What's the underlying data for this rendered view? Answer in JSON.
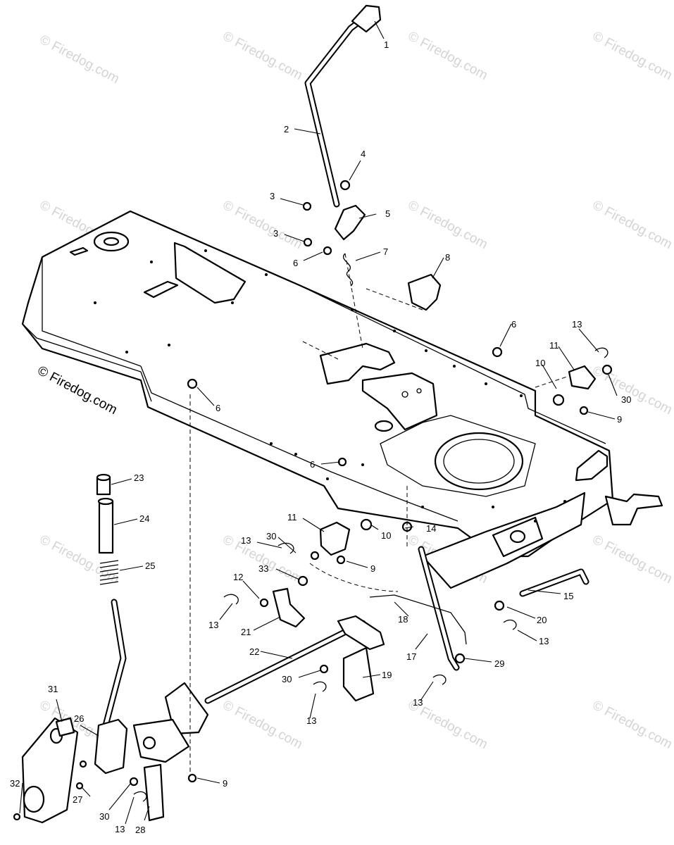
{
  "watermark": "© Firedog.com",
  "copyright": "© Firedog.com",
  "colors": {
    "line": "#000000",
    "background": "#ffffff",
    "watermark": "#d4d4d4"
  },
  "callouts": {
    "c1": "1",
    "c2": "2",
    "c3a": "3",
    "c3b": "3",
    "c4": "4",
    "c5": "5",
    "c6a": "6",
    "c6b": "6",
    "c6c": "6",
    "c6d": "6",
    "c7": "7",
    "c8": "8",
    "c9a": "9",
    "c9b": "9",
    "c9c": "9",
    "c10a": "10",
    "c10b": "10",
    "c11a": "11",
    "c11b": "11",
    "c12": "12",
    "c13a": "13",
    "c13b": "13",
    "c13c": "13",
    "c13d": "13",
    "c13e": "13",
    "c13f": "13",
    "c13g": "13",
    "c14": "14",
    "c15": "15",
    "c17": "17",
    "c18": "18",
    "c19": "19",
    "c20": "20",
    "c21": "21",
    "c22": "22",
    "c23": "23",
    "c24": "24",
    "c25": "25",
    "c26": "26",
    "c27": "27",
    "c28": "28",
    "c29": "29",
    "c30a": "30",
    "c30b": "30",
    "c30c": "30",
    "c30d": "30",
    "c31": "31",
    "c32": "32",
    "c33": "33"
  }
}
